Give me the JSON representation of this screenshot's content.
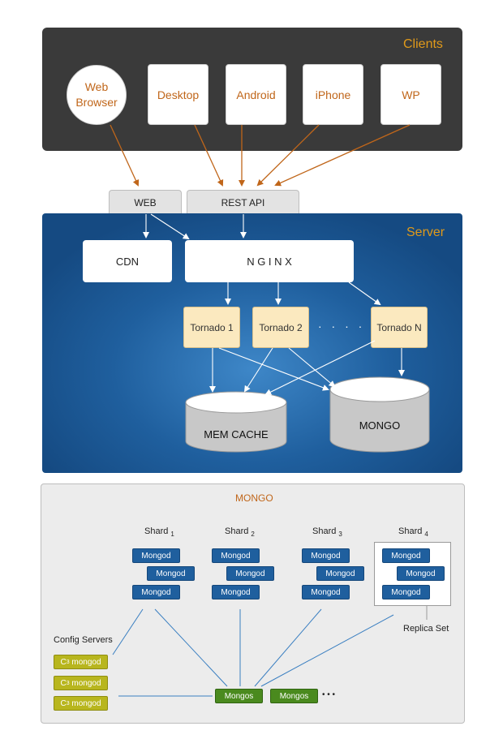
{
  "clients": {
    "title": "Clients",
    "web_browser_line1": "Web",
    "web_browser_line2": "Browser",
    "desktop": "Desktop",
    "android": "Android",
    "iphone": "iPhone",
    "wp": "WP"
  },
  "tabs": {
    "web": "WEB",
    "rest_api": "REST API"
  },
  "server": {
    "title": "Server",
    "cdn": "CDN",
    "nginx": "N G I N X",
    "tornado1": "Tornado 1",
    "tornado2": "Tornado 2",
    "ellipsis": "· · · · · ·",
    "tornadoN": "Tornado N",
    "mem_cache": "MEM CACHE",
    "mongo": "MONGO"
  },
  "mongo_cluster": {
    "title": "MONGO",
    "shard_word": "Shard",
    "shards": [
      "1",
      "2",
      "3",
      "4"
    ],
    "mongod": "Mongod",
    "replica_set": "Replica Set",
    "config_servers": "Config Servers",
    "config_prefix": "C",
    "config_sub": "3",
    "config_label": "mongod",
    "mongos": "Mongos",
    "more": "• • •"
  },
  "colors": {
    "clients_bg": "#3a3a3a",
    "accent_orange": "#e09a1a",
    "server_blue": "#1f5f9e",
    "tornado_fill": "#fbe9bf",
    "mongod_blue": "#1f5f9e",
    "config_olive": "#b8b61e",
    "mongos_green": "#4a8a1e",
    "arrow_orange": "#c0661a",
    "link_blue": "#3a7fc1"
  }
}
